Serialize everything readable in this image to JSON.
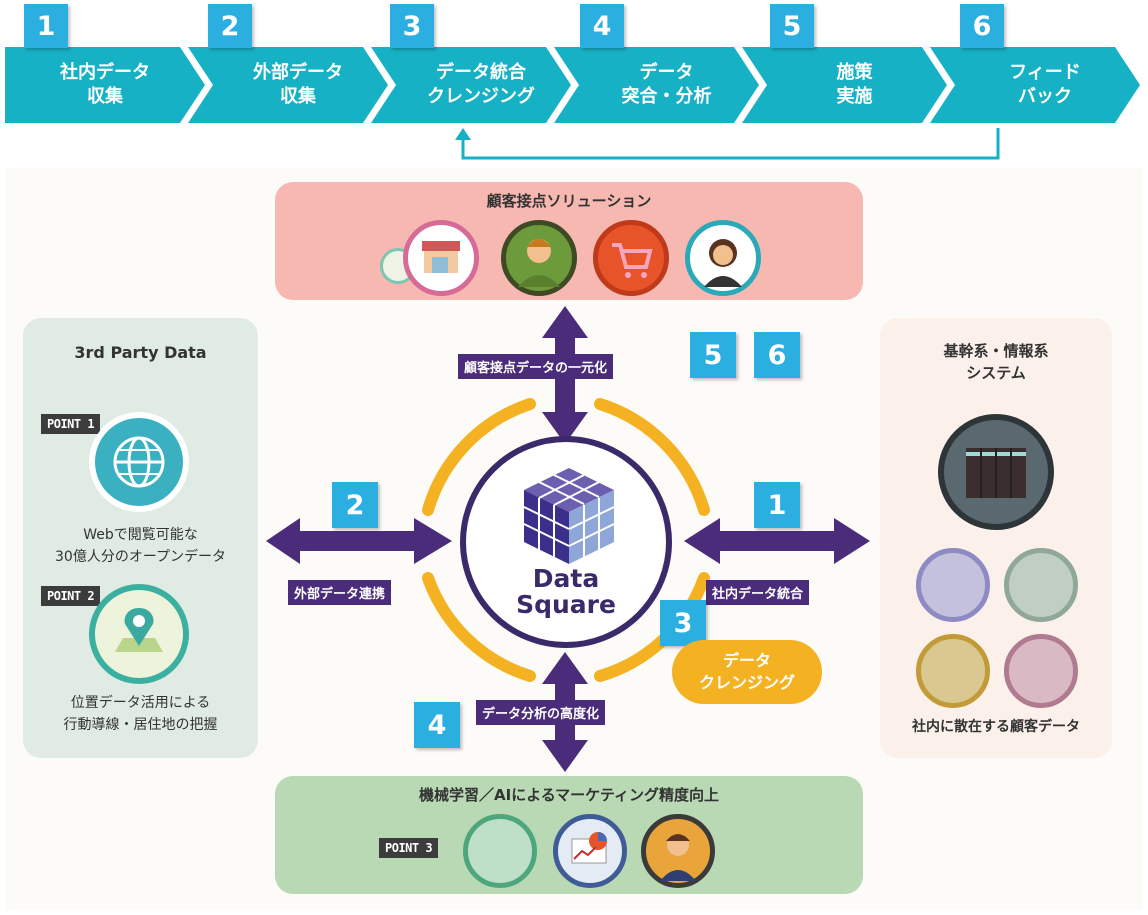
{
  "steps": [
    {
      "num": "1",
      "label": "社内データ\n収集"
    },
    {
      "num": "2",
      "label": "外部データ\n収集"
    },
    {
      "num": "3",
      "label": "データ統合\nクレンジング"
    },
    {
      "num": "4",
      "label": "データ\n突合・分析"
    },
    {
      "num": "5",
      "label": "施策\n実施"
    },
    {
      "num": "6",
      "label": "フィード\nバック"
    }
  ],
  "top_panel": {
    "title": "顧客接点ソリューション",
    "icons": [
      "shop-icon",
      "person-icon",
      "cart-icon",
      "operator-icon"
    ]
  },
  "left_panel": {
    "title": "3rd Party Data",
    "point1": "POINT 1",
    "point1_caption": "Webで閲覧可能な\n30億人分のオープンデータ",
    "point2": "POINT 2",
    "point2_caption": "位置データ活用による\n行動導線・居住地の把握"
  },
  "right_panel": {
    "title": "基幹系・情報系\nシステム",
    "caption": "社内に散在する顧客データ"
  },
  "bottom_panel": {
    "title": "機械学習／AIによるマーケティング精度向上",
    "point3": "POINT 3"
  },
  "center": {
    "line1": "Data",
    "line2": "Square"
  },
  "arrows": {
    "top": "顧客接点データの一元化",
    "left": "外部データ連携",
    "right": "社内データ統合",
    "bottom": "データ分析の高度化"
  },
  "badges": {
    "b5": "5",
    "b6": "6",
    "b2": "2",
    "b1": "1",
    "b3": "3",
    "b4": "4"
  },
  "cleansing": "データ\nクレンジング",
  "colors": {
    "step": "#17b1c6",
    "badge": "#2baee0",
    "arrow": "#4a2c7a",
    "ring": "#f4b223",
    "top_panel": "#f6b8b1",
    "left_panel": "#e0ebe4",
    "right_panel": "#fbf0ea",
    "bottom_panel": "#b8d9b4"
  }
}
